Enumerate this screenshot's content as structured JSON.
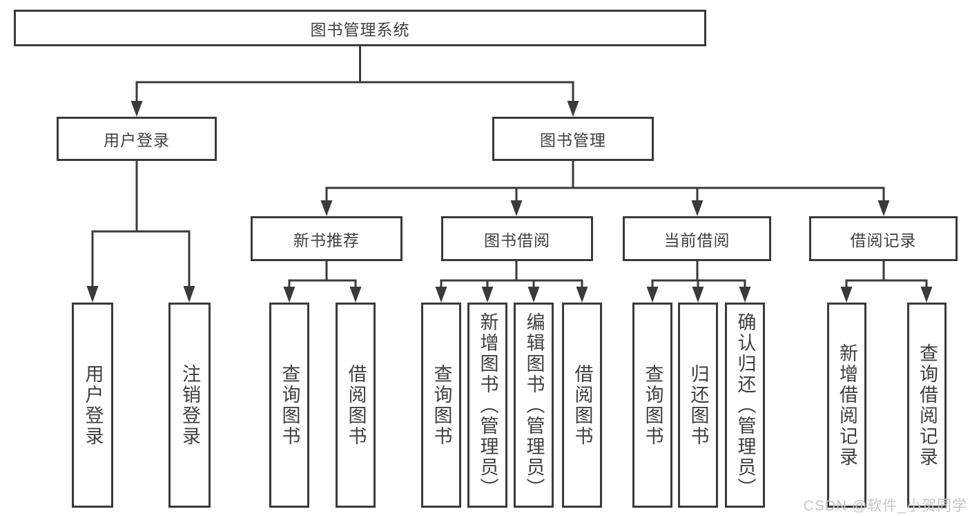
{
  "diagram": {
    "root": {
      "label": "图书管理系统"
    },
    "branches": {
      "login": {
        "label": "用户登录",
        "children": [
          "用户登录",
          "注销登录"
        ]
      },
      "management": {
        "label": "图书管理"
      }
    },
    "management_sections": {
      "new_books": {
        "label": "新书推荐",
        "children": [
          "查询图书",
          "借阅图书"
        ]
      },
      "borrowing": {
        "label": "图书借阅",
        "children": [
          "查询图书",
          "新增图书（管理员）",
          "编辑图书（管理员）",
          "借阅图书"
        ]
      },
      "current_borrow": {
        "label": "当前借阅",
        "children": [
          "查询图书",
          "归还图书",
          "确认归还（管理员）"
        ]
      },
      "borrow_records": {
        "label": "借阅记录",
        "children": [
          "新增借阅记录",
          "查询借阅记录"
        ]
      }
    },
    "colors": {
      "line": "#3a3a3a",
      "text": "#3f3f3f",
      "watermark": "#c6c6c6",
      "background": "#ffffff"
    }
  },
  "watermark": "CSDN @软件_小贺同学"
}
